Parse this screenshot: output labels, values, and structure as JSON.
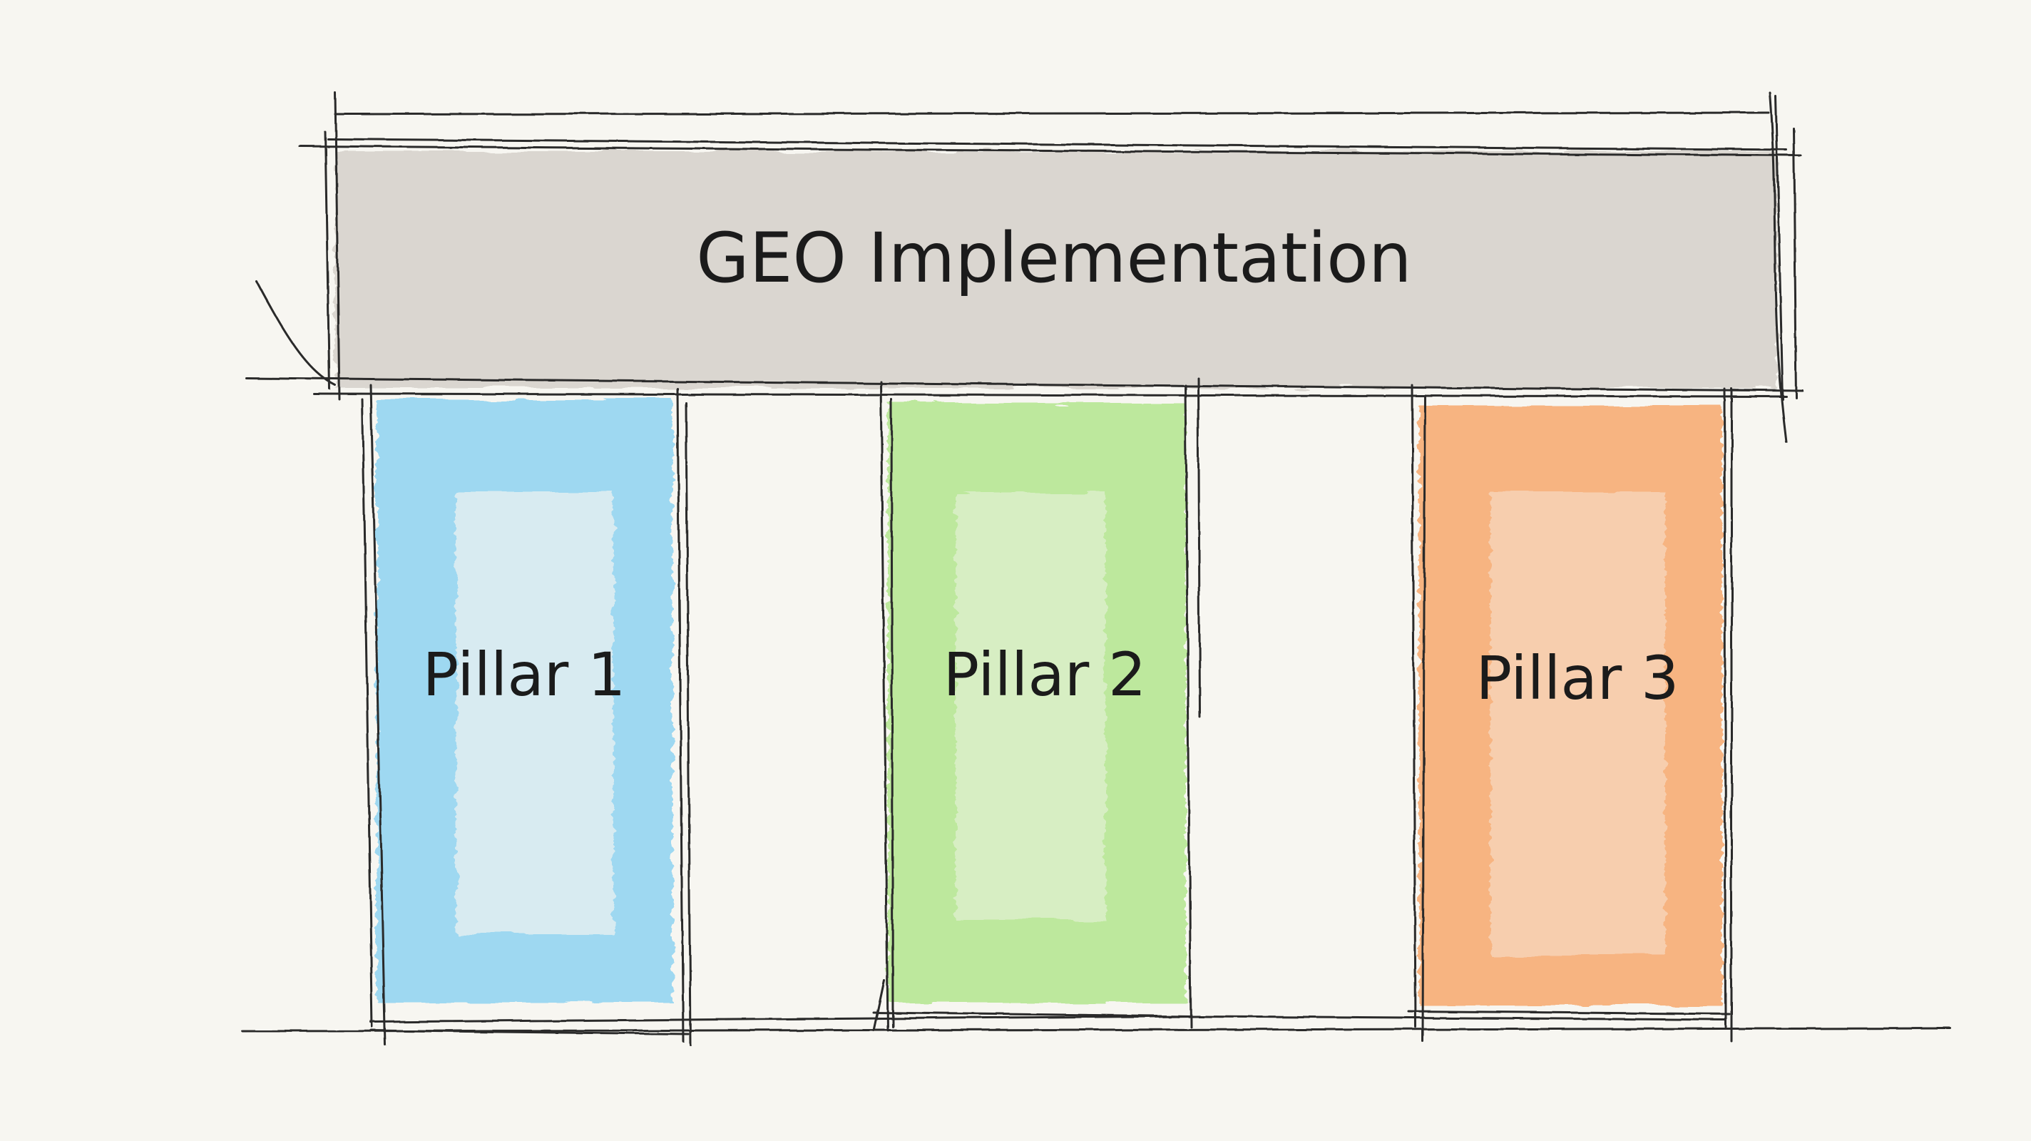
{
  "diagram": {
    "title": "GEO Implementation",
    "pillars": [
      {
        "label": "Pillar 1",
        "color": "#8fd3f2"
      },
      {
        "label": "Pillar 2",
        "color": "#b4e68f"
      },
      {
        "label": "Pillar 3",
        "color": "#f7ad74"
      }
    ],
    "beam_color": "#d9d5cf",
    "ink_color": "#2a2a2a",
    "paper_color": "#f7f6f1"
  }
}
